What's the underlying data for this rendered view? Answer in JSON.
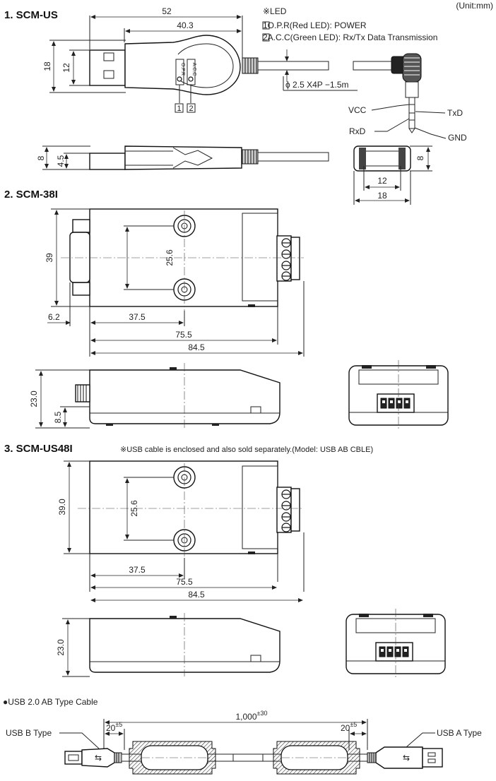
{
  "unit_note": "(Unit:mm)",
  "sections": {
    "scm_us": {
      "title": "1. SCM-US",
      "dims": {
        "length": "52",
        "body": "40.3",
        "height": "18",
        "inner_height": "12",
        "side_h": "8",
        "side_inner": "4.5",
        "end_w_inner": "12",
        "end_w": "18",
        "end_h": "8"
      },
      "led_title": "※LED",
      "led_lines": [
        "1O.P.R(Red LED): POWER",
        "2A.C.C(Green LED): Rx/Tx Data Transmission"
      ],
      "led_markers": [
        "1",
        "2"
      ],
      "led_labels": [
        "O.P.R",
        "A.C.C"
      ],
      "cable": "ϕ 2.5 X4P  −1.5m",
      "pins": {
        "vcc": "VCC",
        "rxd": "RxD",
        "txd": "TxD",
        "gnd": "GND"
      }
    },
    "scm_38i": {
      "title": "2. SCM-38I",
      "dims": {
        "height": "39",
        "mount": "25.6",
        "offset": "6.2",
        "center": "37.5",
        "mid_len": "75.5",
        "total": "84.5",
        "side_h": "23.0",
        "side_low": "8.5"
      }
    },
    "scm_us48i": {
      "title": "3. SCM-US48I",
      "note": "※USB cable is enclosed and also sold separately.(Model: USB AB CBLE)",
      "dims": {
        "height": "39.0",
        "mount": "25.6",
        "center": "37.5",
        "mid_len": "75.5",
        "total": "84.5",
        "side_h": "23.0"
      }
    },
    "usb_cable": {
      "title": "●USB 2.0 AB Type Cable",
      "length": "1,000",
      "length_tol": "±30",
      "ferrite_b": "20",
      "ferrite_b_tol": "±5",
      "ferrite_a": "20",
      "ferrite_a_tol": "±5",
      "b_type": "USB B Type",
      "a_type": "USB A Type"
    }
  }
}
